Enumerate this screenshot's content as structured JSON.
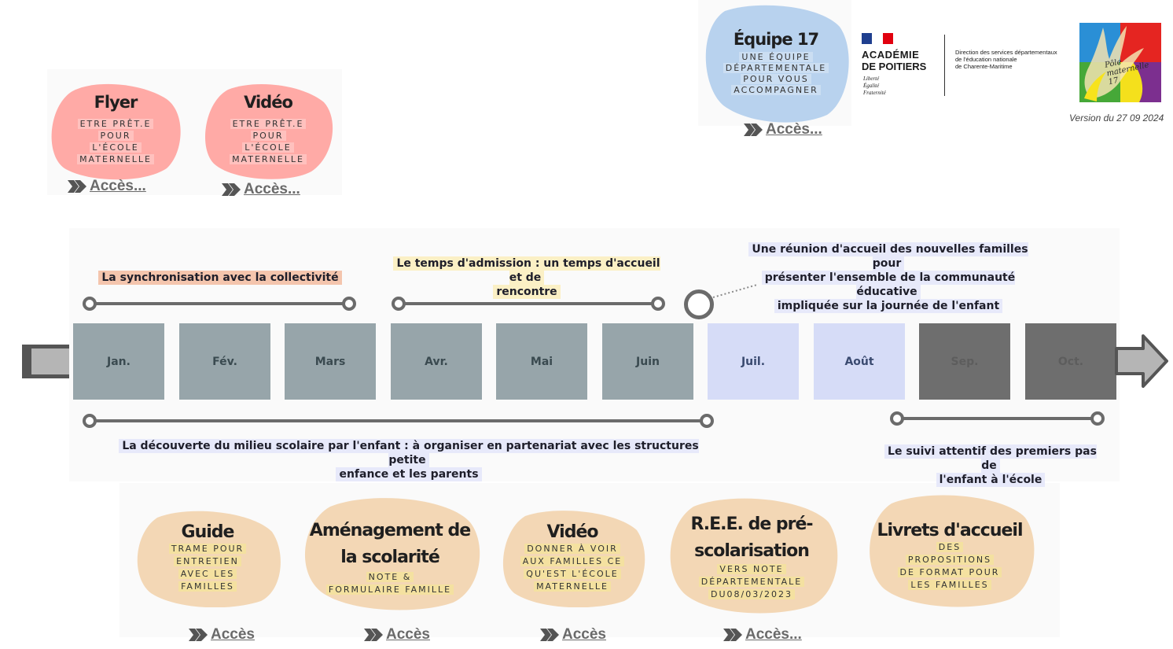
{
  "header": {
    "equipe": {
      "title": "Équipe 17",
      "sub": [
        "UNE ÉQUIPE",
        "DÉPARTEMENTALE",
        "POUR VOUS",
        "ACCOMPAGNER"
      ],
      "link": "Accès..."
    },
    "academie": {
      "line1": "ACADÉMIE",
      "line2": "DE POITIERS",
      "motto": [
        "Liberté",
        "Égalité",
        "Fraternité"
      ]
    },
    "direction": [
      "Direction des services départementaux",
      "de l'éducation nationale",
      "de Charente-Maritime"
    ],
    "pole_logo": "Pôle maternelle 17",
    "version": "Version du 27 09 2024"
  },
  "top_cards": [
    {
      "title": "Flyer",
      "sub": [
        "ETRE PRÊT.E",
        "POUR",
        "L'ÉCOLE",
        "MATERNELLE"
      ],
      "link": "Accès..."
    },
    {
      "title": "Vidéo",
      "sub": [
        "ETRE PRÊT.E",
        "POUR",
        "L'ÉCOLE",
        "MATERNELLE"
      ],
      "link": "Accès..."
    }
  ],
  "timeline": {
    "months": [
      "Jan.",
      "Fév.",
      "Mars",
      "Avr.",
      "Mai",
      "Juin",
      "Juil.",
      "Août",
      "Sep.",
      "Oct."
    ],
    "labels": {
      "sync": "La synchronisation avec la collectivité",
      "admission_1": "Le temps d'admission : un temps d'accueil et de",
      "admission_2": "rencontre",
      "reunion_1": "Une réunion d'accueil des nouvelles familles pour",
      "reunion_2": "présenter l'ensemble de la communauté éducative",
      "reunion_3": "impliquée sur la journée de l'enfant",
      "decouverte_1": "La découverte du milieu scolaire par l'enfant : à organiser en partenariat avec les structures petite",
      "decouverte_2": "enfance et les parents",
      "suivi_1": "Le suivi attentif des premiers pas de",
      "suivi_2": "l'enfant à l'école"
    }
  },
  "bottom_cards": [
    {
      "title": [
        "Guide"
      ],
      "sub": [
        "TRAME POUR",
        "ENTRETIEN",
        "AVEC LES",
        "FAMILLES"
      ],
      "link": "Accès"
    },
    {
      "title": [
        "Aménagement de",
        "la scolarité"
      ],
      "sub": [
        "NOTE &",
        "FORMULAIRE FAMILLE"
      ],
      "link": "Accès"
    },
    {
      "title": [
        "Vidéo"
      ],
      "sub": [
        "DONNER À VOIR",
        "AUX FAMILLES CE",
        "QU'EST L'ÉCOLE",
        "MATERNELLE"
      ],
      "link": "Accès"
    },
    {
      "title": [
        "R.E.E. de pré-",
        "scolarisation"
      ],
      "sub": [
        "VERS NOTE",
        "DÉPARTEMENTALE",
        "DU08/03/2023"
      ],
      "link": "Accès..."
    },
    {
      "title": [
        "Livrets d'accueil"
      ],
      "sub": [
        "DES",
        "PROPOSITIONS",
        "DE FORMAT POUR",
        "LES FAMILLES"
      ],
      "link": "Accès"
    }
  ],
  "colors": {
    "pink": "#ffaaa6",
    "peach": "#f3d7b5",
    "blue": "#b8d2ee",
    "grey_month": "#97a5aa",
    "light_month": "#d6dcf7",
    "dark_month": "#6e6e6e"
  }
}
